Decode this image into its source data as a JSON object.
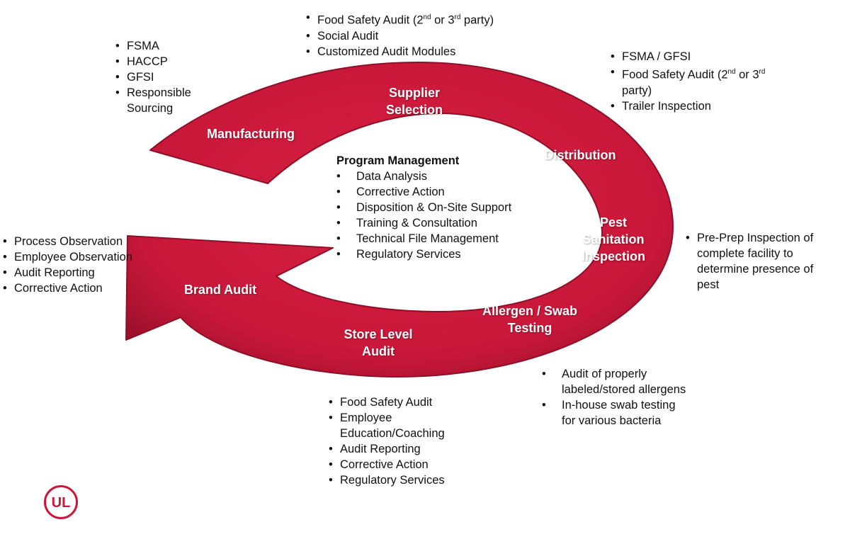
{
  "colors": {
    "arrow": "#c8173a",
    "arrow_dark": "#8e0f28",
    "text": "#111111",
    "stage_text": "#ffffff",
    "logo": "#c8173a"
  },
  "stages": {
    "supplier_selection": "Supplier\nSelection",
    "manufacturing": "Manufacturing",
    "distribution": "Distribution",
    "pest_sanitation": "Pest\nSanitation\nInspection",
    "allergen_swab": "Allergen / Swab\nTesting",
    "store_level": "Store Level\nAudit",
    "brand_audit": "Brand Audit"
  },
  "program_management": {
    "title": "Program Management",
    "items": [
      "Data Analysis",
      "Corrective Action",
      "Disposition & On-Site Support",
      "Training & Consultation",
      "Technical File Management",
      "Regulatory Services"
    ]
  },
  "callouts": {
    "supplier_top": [
      "Food Safety Audit (2nd or 3rd party)",
      "Social Audit",
      "Customized Audit Modules"
    ],
    "manufacturing": [
      "FSMA",
      "HACCP",
      "GFSI",
      "Responsible Sourcing"
    ],
    "distribution": [
      "FSMA / GFSI",
      "Food Safety Audit (2nd or 3rd party)",
      "Trailer Inspection"
    ],
    "pest": [
      "Pre-Prep Inspection of complete facility to determine presence of pest"
    ],
    "brand": [
      "Process Observation",
      "Employee Observation",
      "Audit Reporting",
      "Corrective Action"
    ],
    "allergen": [
      "Audit of properly labeled/stored allergens",
      "In-house swab testing for various bacteria"
    ],
    "store": [
      "Food Safety Audit",
      "Employee Education/Coaching",
      "Audit Reporting",
      "Corrective Action",
      "Regulatory Services"
    ]
  },
  "logo": {
    "text": "UL"
  }
}
